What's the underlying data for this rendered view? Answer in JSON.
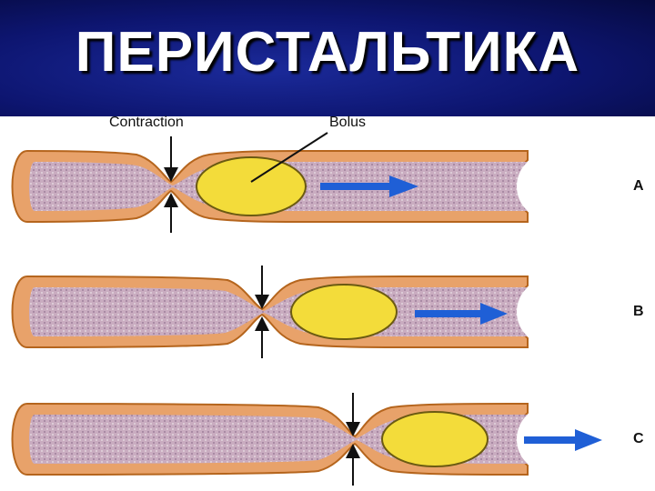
{
  "title": "ПЕРИСТАЛЬТИКА",
  "labels": {
    "contraction": "Contraction",
    "bolus": "Bolus"
  },
  "stages": [
    {
      "letter": "A"
    },
    {
      "letter": "B"
    },
    {
      "letter": "C"
    }
  ],
  "colors": {
    "title_band": "#0d1570",
    "wall": "#e8a26a",
    "wall_outline": "#b5651d",
    "lumen": "#c8a8bc",
    "bolus": "#f3dc3a",
    "arrow": "#1f5fd6"
  }
}
